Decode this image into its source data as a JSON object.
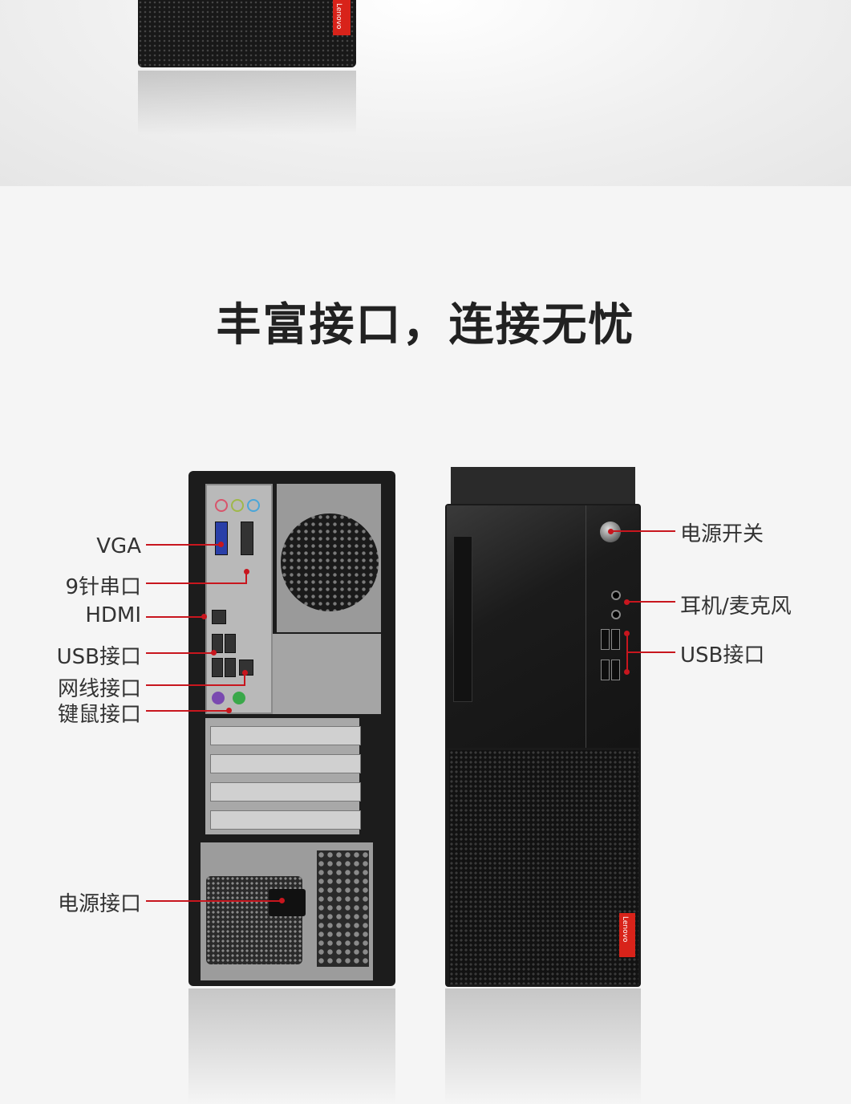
{
  "hero": {
    "brand_logo": "Lenovo"
  },
  "heading": "丰富接口，连接无忧",
  "rear_labels": [
    "VGA",
    "9针串口",
    "HDMI",
    "USB接口",
    "网线接口",
    "键鼠接口",
    "电源接口"
  ],
  "front_labels": [
    "电源开关",
    "耳机/麦克风",
    "USB接口"
  ],
  "front_badge": "Lenovo",
  "colors": {
    "accent": "#c8161e",
    "badge": "#d8231a",
    "text": "#222222"
  }
}
